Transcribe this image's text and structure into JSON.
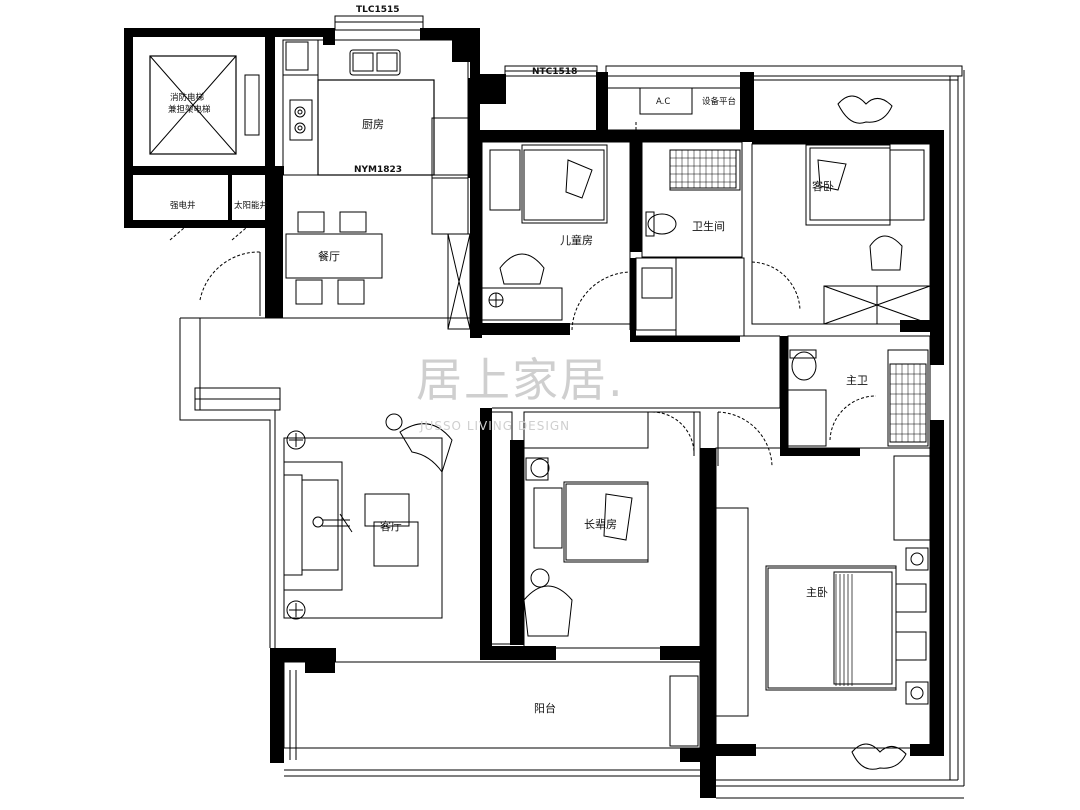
{
  "rooms": {
    "kitchen": "厨房",
    "dining": "餐厅",
    "living": "客厅",
    "balcony": "阳台",
    "children_room": "儿童房",
    "elder_room": "长辈房",
    "bathroom": "卫生间",
    "master_bath": "主卫",
    "master_bedroom": "主卧",
    "guest_room": "客卧",
    "equipment_platform": "设备平台",
    "elevator": "消防电梯",
    "elevator_sub": "兼担架电梯",
    "electric_shaft": "强电井",
    "solar_shaft": "太阳能井"
  },
  "codes": {
    "tlc": "TLC1515",
    "ntc": "NTC1518",
    "nym": "NYM1823",
    "ac": "A.C"
  },
  "watermark": {
    "cn": "居上家居.",
    "en": "JUSSO LIVING DESIGN"
  }
}
